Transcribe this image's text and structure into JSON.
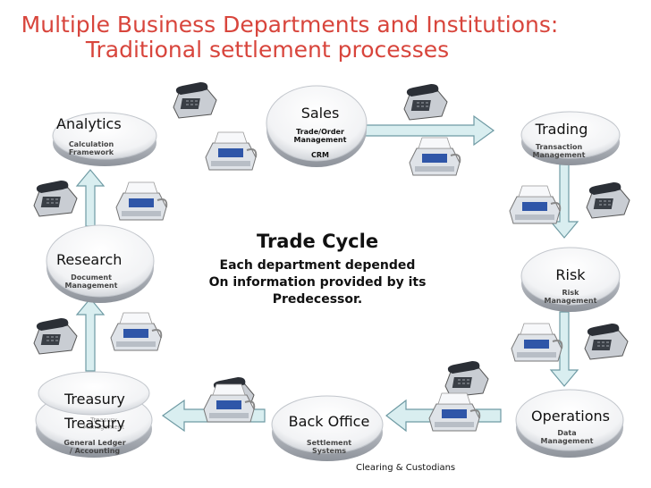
{
  "title": {
    "line1": "Multiple Business Departments and Institutions:",
    "line2": "Traditional settlement processes"
  },
  "center": {
    "heading": "Trade Cycle",
    "line1": "Each department depended",
    "line2": "On information provided by its",
    "line3": "Predecessor."
  },
  "nodes": {
    "analytics": {
      "name": "Analytics",
      "sub1": "Calculation",
      "sub2": "Framework"
    },
    "sales": {
      "name": "Sales",
      "sub1": "Trade/Order",
      "sub2": "Management",
      "sub3": "CRM"
    },
    "trading": {
      "name": "Trading",
      "sub1": "Transaction",
      "sub2": "Management"
    },
    "research": {
      "name": "Research",
      "sub1": "Document",
      "sub2": "Management"
    },
    "risk": {
      "name": "Risk",
      "sub1": "Risk",
      "sub2": "Management"
    },
    "treasury": {
      "name_top": "Treasury",
      "name_bottom": "Treasury",
      "ghost": "Treasury Management",
      "sub1": "General Ledger",
      "sub2": "/ Accounting"
    },
    "back_office": {
      "name": "Back Office",
      "sub1": "Settlement",
      "sub2": "Systems"
    },
    "operations": {
      "name": "Operations",
      "sub1": "Data",
      "sub2": "Management"
    }
  },
  "footer": "Clearing & Custodians",
  "colors": {
    "title": "#d8453c",
    "arrow_fill": "#d9eef0",
    "arrow_stroke": "#6e9aa3",
    "disc_top": "#ffffff",
    "disc_edge": "#b9bdc3"
  },
  "icons": [
    "telephone-icon",
    "fax-machine-icon"
  ]
}
